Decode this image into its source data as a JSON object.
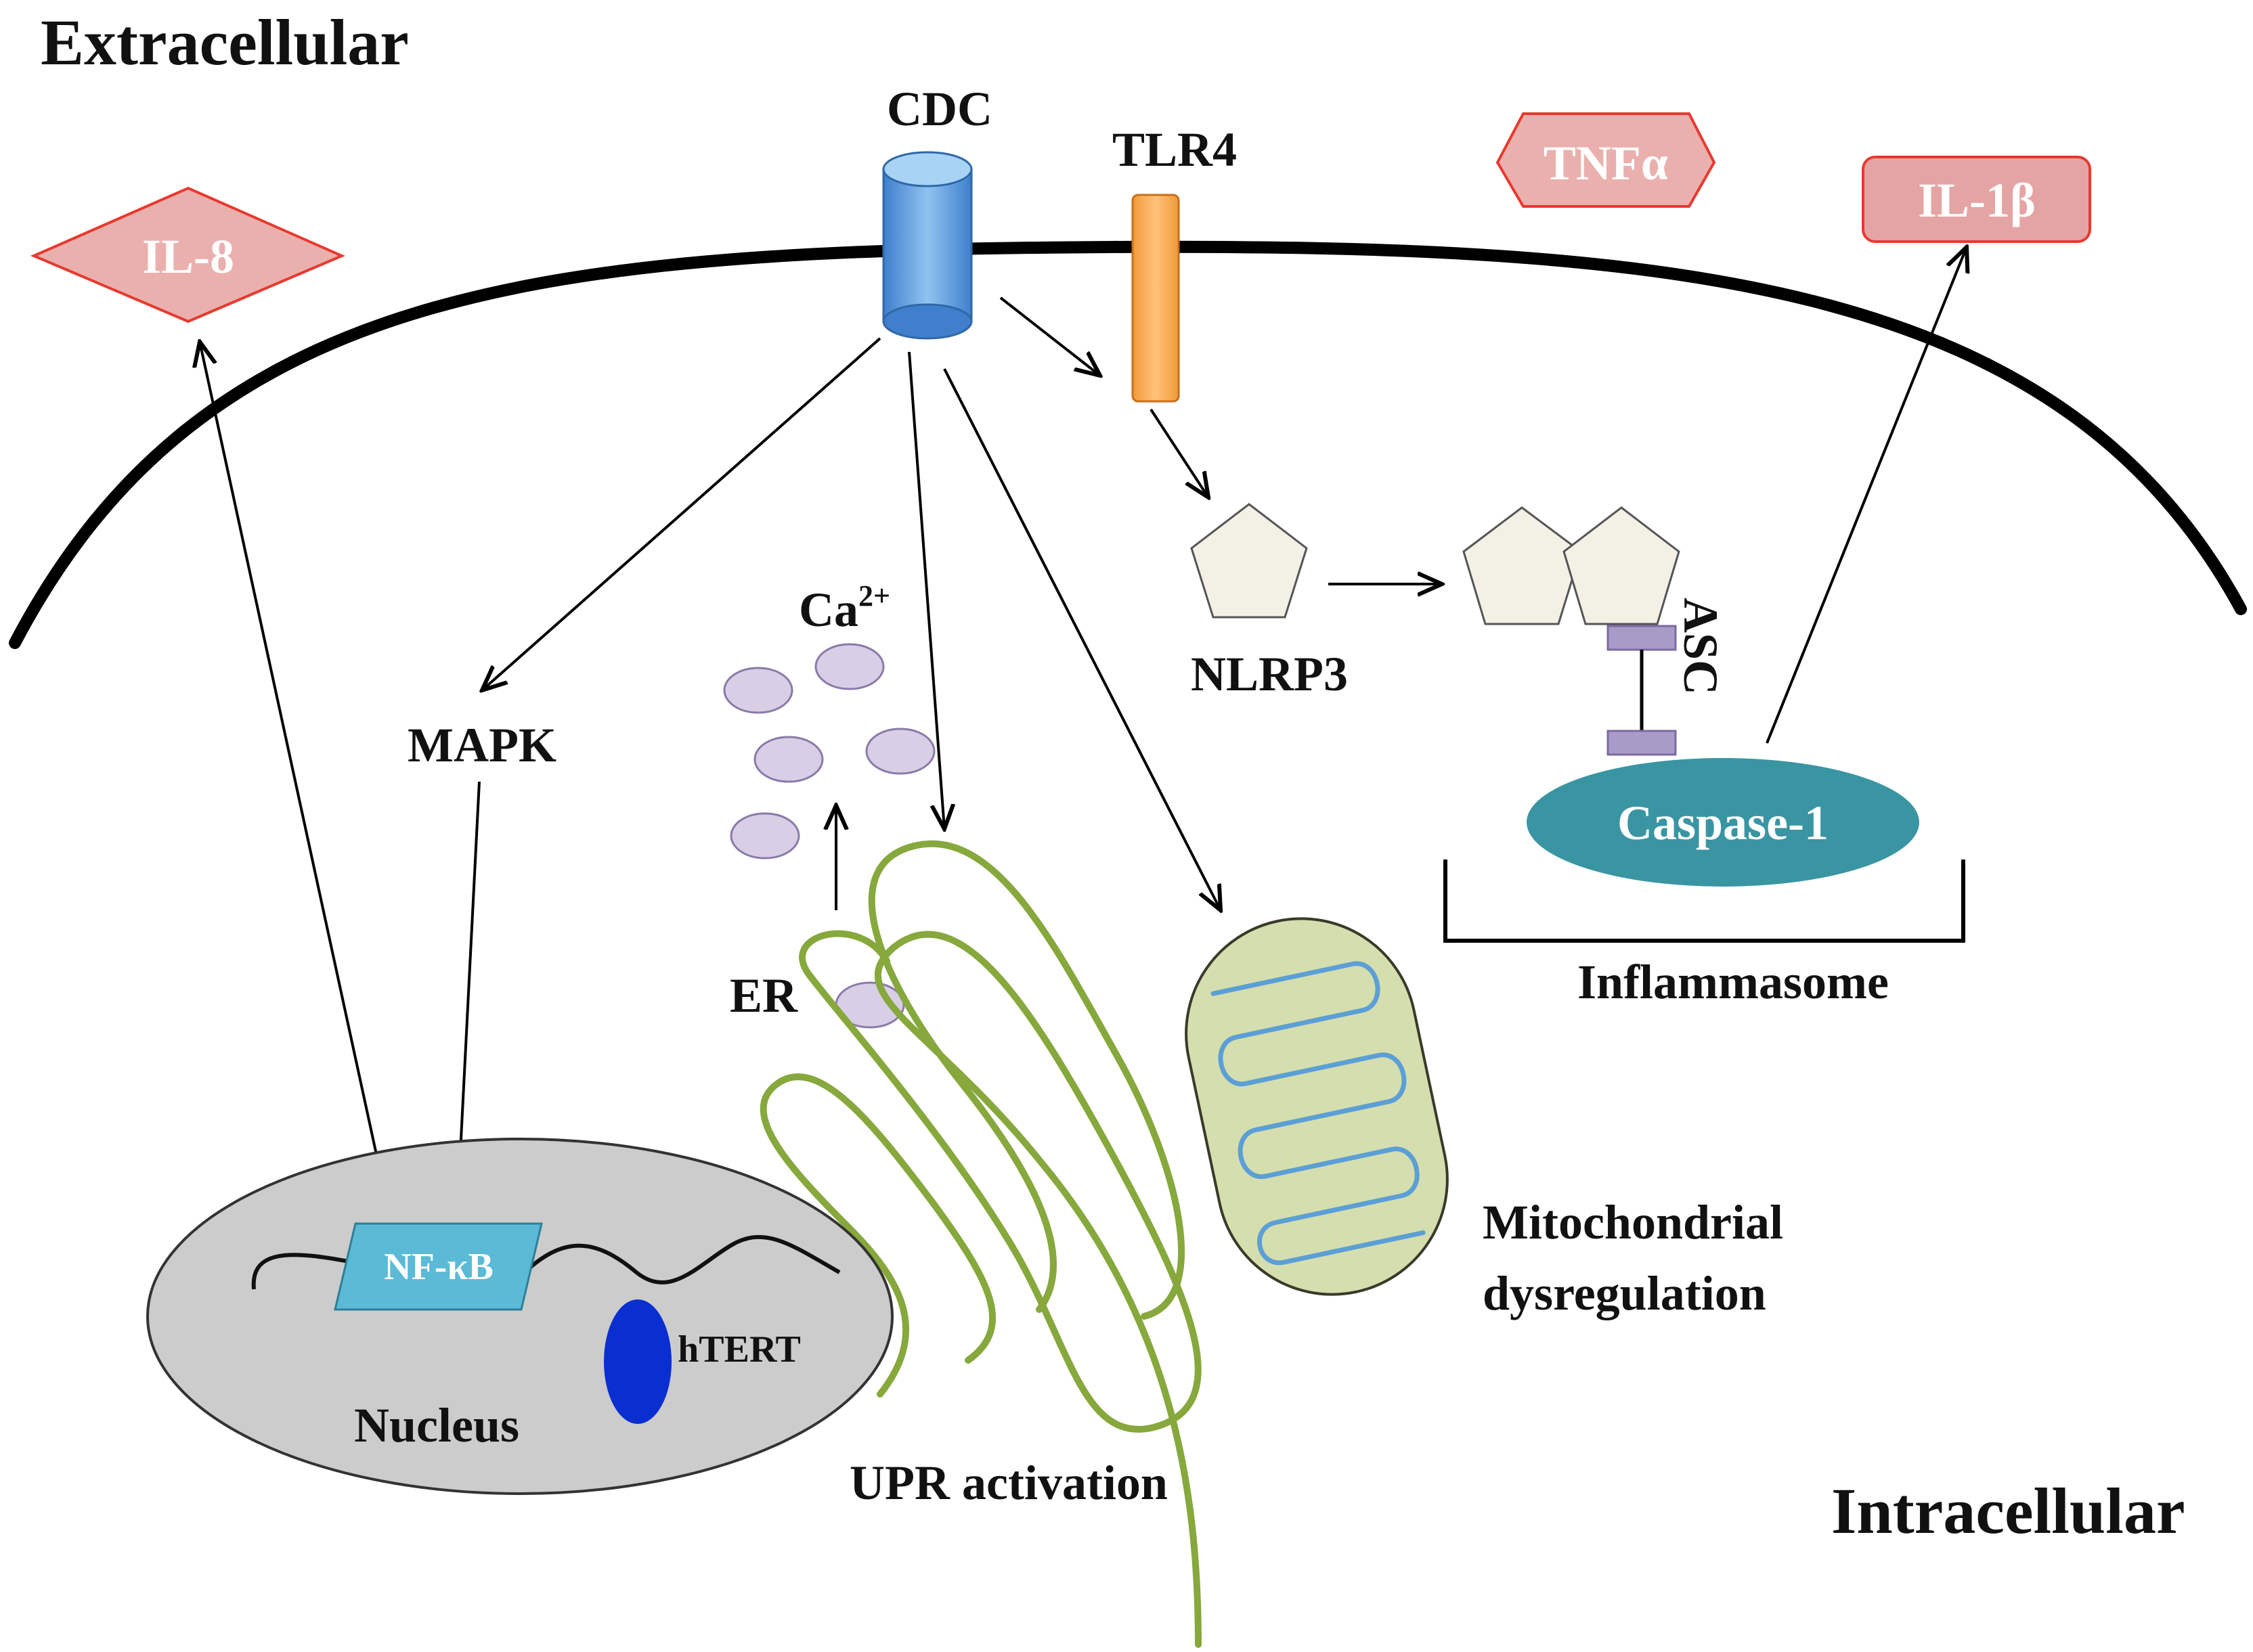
{
  "regions": {
    "extracellular": "Extracellular",
    "intracellular": "Intracellular"
  },
  "receptors": {
    "cdc": "CDC",
    "tlr4": "TLR4"
  },
  "cytokines": {
    "il8": "IL-8",
    "tnfa": "TNFα",
    "il1b": "IL-1β"
  },
  "signaling": {
    "mapk": "MAPK",
    "nfkb": "NF-κB",
    "htert": "hTERT",
    "nucleus": "Nucleus"
  },
  "er": {
    "calcium_base": "Ca",
    "calcium_sup": "2+",
    "er_label": "ER",
    "upr": "UPR activation"
  },
  "mitochondria": {
    "line1": "Mitochondrial",
    "line2": "dysregulation"
  },
  "inflammasome": {
    "nlrp3": "NLRP3",
    "asc": "ASC",
    "caspase": "Caspase-1",
    "label": "Inflammasome"
  },
  "colors": {
    "membrane": "#000000",
    "cdc_channel": "#4a90d9",
    "tlr4": "#f5a04a",
    "cytokine_fill": "#e8a5a5",
    "cytokine_stroke": "#e8392f",
    "nlrp3_fill": "#f3f0e6",
    "asc": "#a99bc7",
    "caspase": "#3a95a3",
    "calcium": "#d8cfe6",
    "er_stroke": "#86a83c",
    "mito_fill": "#d5deae",
    "mito_crista": "#5b9fd6",
    "nucleus_fill": "#cccccc",
    "nfkb": "#5bbad6",
    "htert": "#0a2fd0"
  }
}
